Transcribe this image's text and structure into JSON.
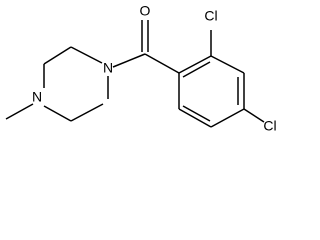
{
  "colors": {
    "background": "#ffffff",
    "bond": "#000000",
    "label": "#000000"
  },
  "atoms": {
    "oxygen": "O",
    "chlorine_2": "Cl",
    "chlorine_4": "Cl",
    "nitrogen_amide": "N",
    "nitrogen_methyl": "N"
  }
}
